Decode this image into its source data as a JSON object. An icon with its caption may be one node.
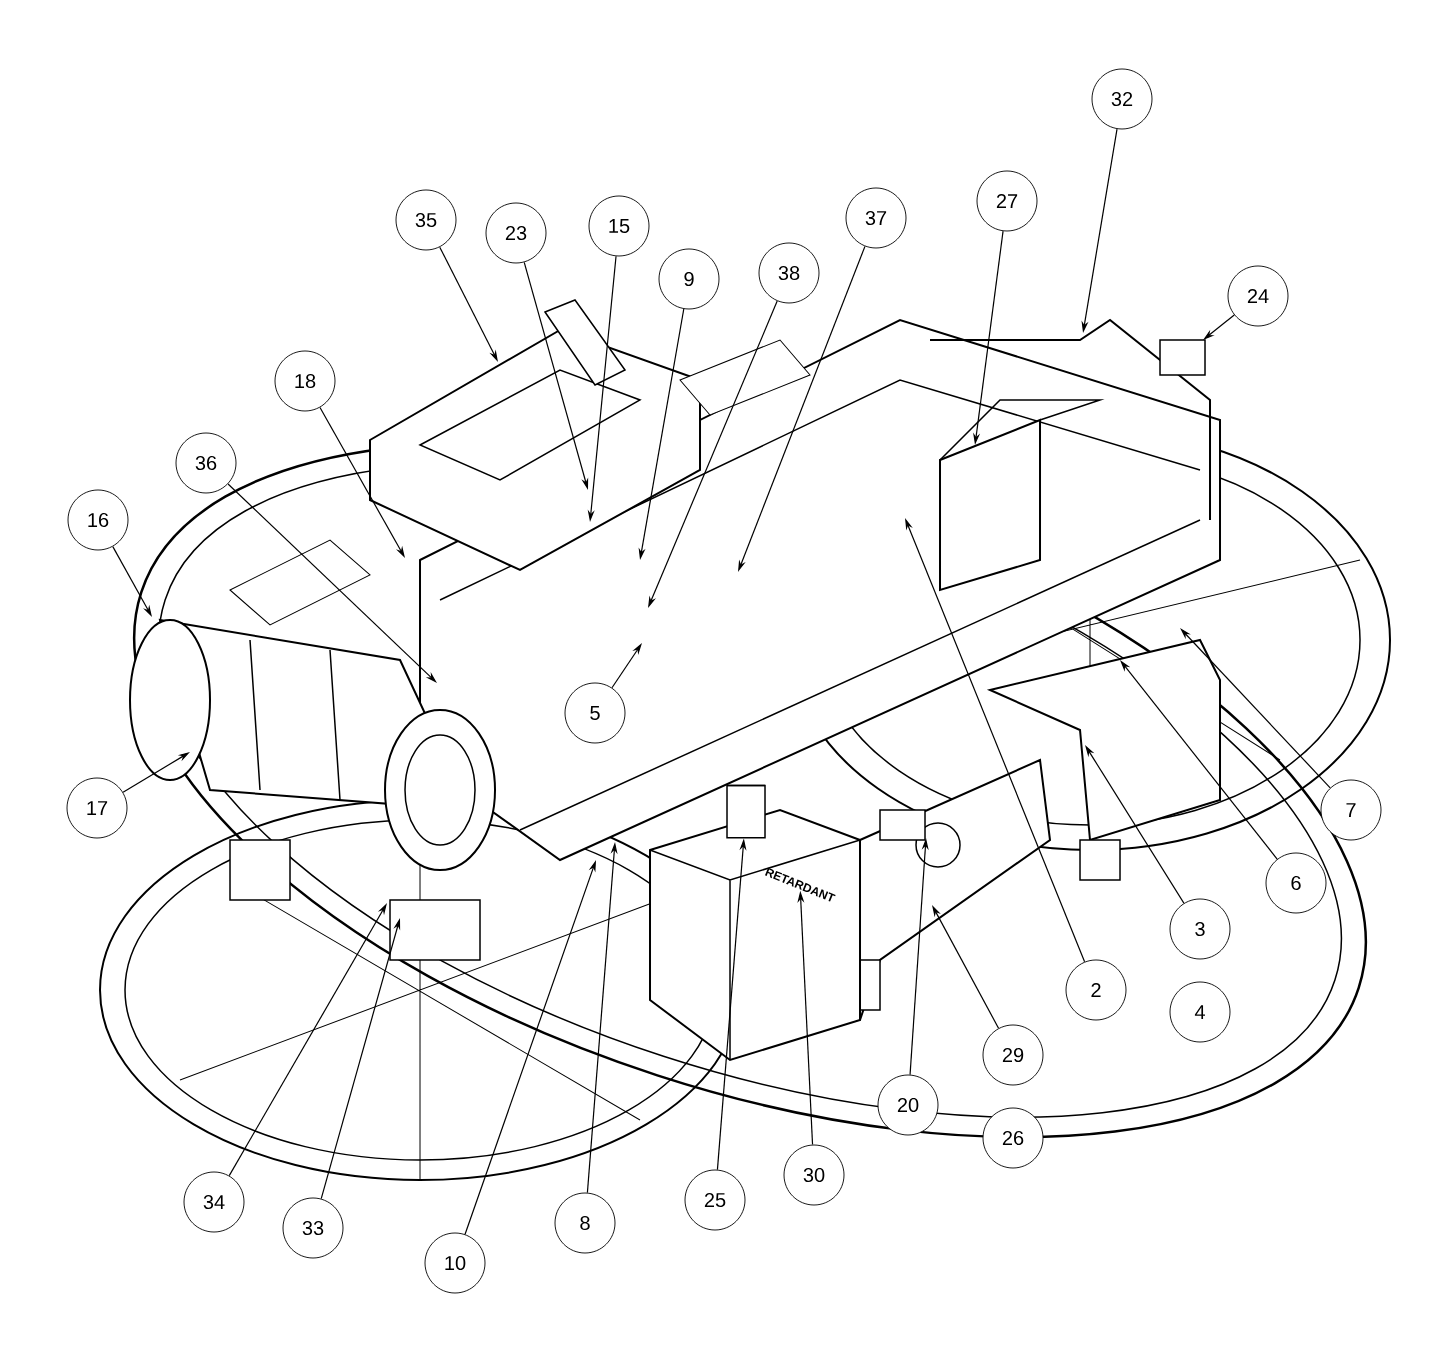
{
  "diagram": {
    "nodes": [
      {
        "text": [
          "32"
        ]
      },
      {
        "text": [
          "27"
        ]
      },
      {
        "text": [
          "35"
        ]
      },
      {
        "text": [
          "23"
        ]
      },
      {
        "text": [
          "37"
        ]
      },
      {
        "text": [
          "15"
        ]
      },
      {
        "text": [
          "38"
        ]
      },
      {
        "text": [
          "9"
        ]
      },
      {
        "text": [
          "24"
        ]
      },
      {
        "text": [
          "18"
        ]
      },
      {
        "text": [
          "36"
        ]
      },
      {
        "text": [
          "16"
        ]
      },
      {
        "text": [
          "5"
        ]
      },
      {
        "text": [
          "17"
        ]
      },
      {
        "text": [
          "7"
        ]
      },
      {
        "text": [
          "6"
        ]
      },
      {
        "text": [
          "3"
        ]
      },
      {
        "text": [
          "2"
        ]
      },
      {
        "text": [
          "4"
        ]
      },
      {
        "text": [
          "29"
        ]
      },
      {
        "text": [
          "20"
        ]
      },
      {
        "text": [
          "26"
        ]
      },
      {
        "text": [
          "25"
        ]
      },
      {
        "text": [
          "30"
        ]
      },
      {
        "text": [
          "34"
        ]
      },
      {
        "text": [
          "8"
        ]
      },
      {
        "text": [
          "33"
        ]
      },
      {
        "text": [
          "10"
        ]
      },
      {
        "text": [
          "RETARDANT"
        ]
      },
      {
        "text": [],
        "shape": "cylinder"
      }
    ],
    "edges": [
      {
        "from": 0,
        "to": null,
        "arrow": "to"
      },
      {
        "from": 1,
        "to": null,
        "arrow": "to"
      },
      {
        "from": 2,
        "to": null,
        "arrow": "to"
      },
      {
        "from": 3,
        "to": null,
        "arrow": "to"
      },
      {
        "from": 4,
        "to": null,
        "arrow": "to"
      },
      {
        "from": 5,
        "to": null,
        "arrow": "to"
      },
      {
        "from": 6,
        "to": null,
        "arrow": "to"
      },
      {
        "from": 7,
        "to": null,
        "arrow": "to"
      },
      {
        "from": 8,
        "to": null,
        "arrow": "to"
      },
      {
        "from": 9,
        "to": null,
        "arrow": "to"
      },
      {
        "from": 10,
        "to": null,
        "arrow": "to"
      },
      {
        "from": 11,
        "to": null,
        "arrow": "to"
      },
      {
        "from": 12,
        "to": null,
        "arrow": "to"
      },
      {
        "from": 13,
        "to": null,
        "arrow": "to"
      },
      {
        "from": 14,
        "to": null,
        "arrow": "to"
      },
      {
        "from": 15,
        "to": null,
        "arrow": "to"
      },
      {
        "from": 16,
        "to": null,
        "arrow": "to"
      },
      {
        "from": 17,
        "to": null,
        "arrow": "to"
      },
      {
        "from": 19,
        "to": null,
        "arrow": "to"
      },
      {
        "from": 20,
        "to": null,
        "arrow": "to"
      },
      {
        "from": 22,
        "to": 29,
        "arrow": "to"
      },
      {
        "from": 23,
        "to": 28,
        "arrow": "to"
      },
      {
        "from": 24,
        "to": null,
        "arrow": "to"
      },
      {
        "from": 25,
        "to": null,
        "arrow": "to"
      },
      {
        "from": 26,
        "to": null,
        "arrow": "to"
      },
      {
        "from": 27,
        "to": null,
        "arrow": "to"
      }
    ]
  }
}
